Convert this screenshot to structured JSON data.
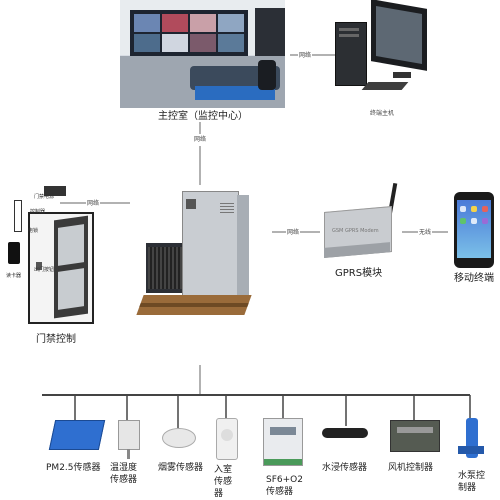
{
  "center_room": {
    "label": "主控室（监控中心）"
  },
  "pc": {
    "label": "终端主机"
  },
  "links": {
    "net1": "网络",
    "net2": "网络",
    "net3": "网络",
    "net4": "网络",
    "wireless": "无线"
  },
  "door": {
    "label": "门禁控制",
    "button_label": "出门按钮",
    "card_label": "读卡器",
    "power_label": "门禁电源",
    "ctrl_label": "控制器",
    "lock_label": "电锁"
  },
  "gprs": {
    "label": "GPRS模块",
    "brand": "GSM GPRS Modem"
  },
  "mobile": {
    "label": "移动终端"
  },
  "sensors": [
    {
      "label": "PM2.5传感器"
    },
    {
      "label": "温湿度\n传感器"
    },
    {
      "label": "烟雾传感器"
    },
    {
      "label": "入室\n传感\n器"
    },
    {
      "label": "SF6+O2\n传感器"
    },
    {
      "label": "水浸传感器"
    },
    {
      "label": "风机控制器"
    },
    {
      "label": "水泵控\n制器"
    }
  ]
}
